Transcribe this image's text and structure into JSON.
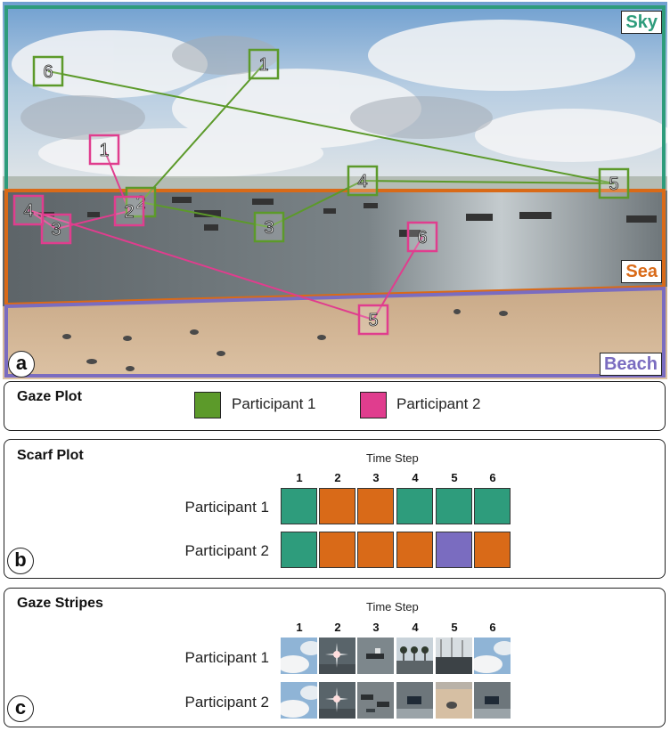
{
  "panel_a": {
    "letter": "a",
    "regions": [
      {
        "name": "Sky",
        "color": "#2e9c7c"
      },
      {
        "name": "Sea",
        "color": "#d96a18"
      },
      {
        "name": "Beach",
        "color": "#7a6cc0"
      }
    ]
  },
  "participants": [
    {
      "label": "Participant 1",
      "color": "#5c9a2a",
      "fixations": [
        "1",
        "2",
        "3",
        "4",
        "5",
        "6"
      ]
    },
    {
      "label": "Participant 2",
      "color": "#e03d8e",
      "fixations": [
        "1",
        "2",
        "3",
        "4",
        "5",
        "6"
      ]
    }
  ],
  "gaze_plot": {
    "title": "Gaze Plot"
  },
  "scarf_plot": {
    "title": "Scarf Plot",
    "letter": "b",
    "time_step_label": "Time Step",
    "time_steps": [
      "1",
      "2",
      "3",
      "4",
      "5",
      "6"
    ],
    "rows": [
      {
        "label": "Participant 1",
        "regions": [
          "Sky",
          "Sea",
          "Sea",
          "Sky",
          "Sky",
          "Sky"
        ]
      },
      {
        "label": "Participant 2",
        "regions": [
          "Sky",
          "Sea",
          "Sea",
          "Sea",
          "Beach",
          "Sea"
        ]
      }
    ]
  },
  "gaze_stripes": {
    "title": "Gaze Stripes",
    "letter": "c",
    "time_step_label": "Time Step",
    "time_steps": [
      "1",
      "2",
      "3",
      "4",
      "5",
      "6"
    ],
    "rows": [
      {
        "label": "Participant 1",
        "thumbs": [
          "sky-cloud",
          "sun-glare",
          "boat",
          "palms",
          "pier",
          "sky-cloud"
        ]
      },
      {
        "label": "Participant 2",
        "thumbs": [
          "sky-cloud",
          "sun-glare",
          "boats",
          "boat-water",
          "beach-bird",
          "boat-water"
        ]
      }
    ]
  }
}
